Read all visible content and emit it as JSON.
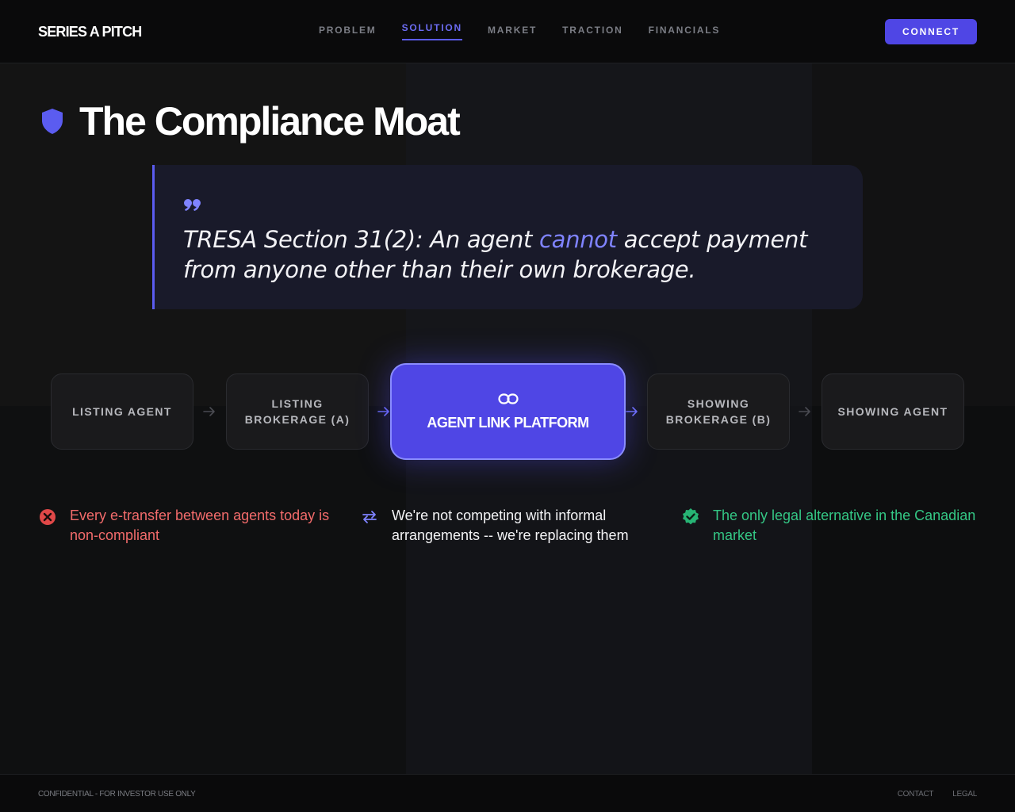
{
  "header": {
    "logo": "SERIES A PITCH",
    "nav": [
      {
        "label": "PROBLEM"
      },
      {
        "label": "SOLUTION",
        "active": true
      },
      {
        "label": "MARKET"
      },
      {
        "label": "TRACTION"
      },
      {
        "label": "FINANCIALS"
      }
    ],
    "connect_label": "CONNECT"
  },
  "main": {
    "title": "The Compliance Moat",
    "quote": {
      "before": "TRESA Section 31(2): An agent ",
      "emphasis": "cannot",
      "after": " accept payment from anyone other than their own brokerage."
    },
    "flow": {
      "steps": [
        {
          "label": "LISTING AGENT"
        },
        {
          "label": "LISTING BROKERAGE (A)"
        },
        {
          "label": "SHOWING BROKERAGE (B)"
        },
        {
          "label": "SHOWING AGENT"
        }
      ],
      "center_label": "AGENT LINK PLATFORM"
    },
    "callouts": [
      {
        "text": "Every e-transfer between agents today is non-compliant",
        "icon": "x-circle-icon",
        "color": "#f26b6b"
      },
      {
        "text": "We're not competing with informal arrangements -- we're replacing them",
        "icon": "swap-arrows-icon",
        "color": "#f4f4f6"
      },
      {
        "text": "The only legal alternative in the Canadian market",
        "icon": "verified-badge-icon",
        "color": "#34c785"
      }
    ]
  },
  "footer": {
    "left": "CONFIDENTIAL - FOR INVESTOR USE ONLY",
    "links": [
      {
        "label": "CONTACT"
      },
      {
        "label": "LEGAL"
      }
    ]
  },
  "colors": {
    "accent": "#4f46e5",
    "accent_light": "#7f83ff",
    "danger": "#f26b6b",
    "success": "#34c785",
    "background": "#0b0c0e"
  }
}
